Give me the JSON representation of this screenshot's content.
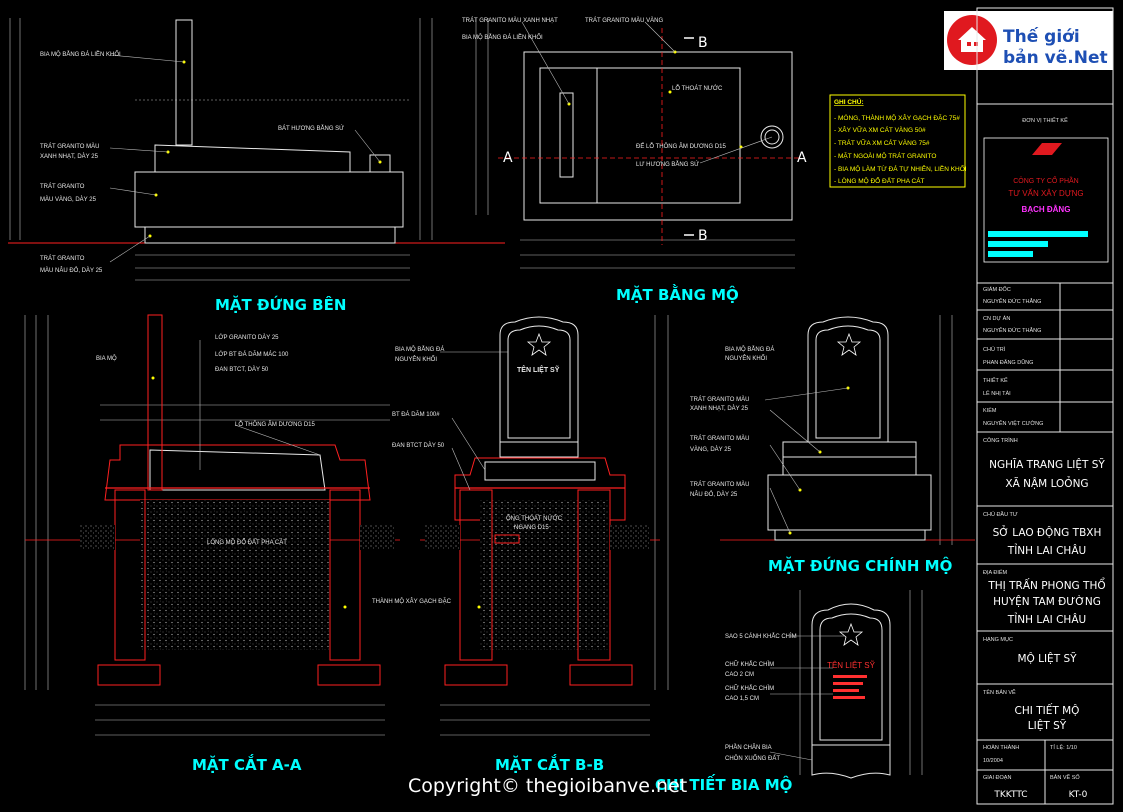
{
  "logo": {
    "line1": "Thế giới",
    "line2": "bản vẽ.Net"
  },
  "views": {
    "side": {
      "title": "MẶT ĐỨNG BÊN",
      "notes": [
        "BIA MỘ BẰNG ĐÁ LIỀN KHỐI",
        "TRÁT GRANITO MÀU",
        "XANH NHẠT, DÀY 25",
        "TRÁT GRANITO",
        "MÀU VÀNG, DÀY 25",
        "TRÁT GRANITO",
        "MÀU NÂU ĐỎ, DÀY 25",
        "BÁT HƯƠNG BẰNG SỨ"
      ]
    },
    "plan": {
      "title": "MẶT BẰNG MỘ",
      "notes": [
        "TRÁT GRANITO MÀU XANH NHẠT",
        "BIA MỘ BẰNG ĐÁ LIỀN KHỐI",
        "TRÁT GRANITO MÀU VÀNG",
        "LỖ THOÁT NƯỚC",
        "ĐẾ LỖ THÔNG ÂM DƯƠNG D15",
        "LƯ HƯƠNG BẰNG SỨ"
      ],
      "marks": [
        "B",
        "B",
        "A",
        "A"
      ]
    },
    "legend": {
      "title": "GHI CHÚ:",
      "items": [
        "- MÓNG, THÀNH MỘ XÂY GẠCH ĐẶC 75#",
        "- XÂY VỮA XM CÁT VÀNG 50#",
        "- TRÁT VỮA XM CÁT VÀNG 75#",
        "- MẶT NGOÀI MỘ TRÁT GRANITO",
        "- BIA MỘ LÀM TỪ ĐÁ TỰ NHIÊN, LIỀN KHỐI",
        "- LÒNG MỘ ĐỔ ĐẤT PHA CÁT"
      ]
    },
    "section_a": {
      "title": "MẶT CẮT A-A",
      "notes": [
        "BIA MỘ",
        "LỚP GRANITO DÀY 25",
        "LỚP BT ĐÁ DĂM MÁC 100",
        "ĐAN BTCT, DÀY 50",
        "LỖ THÔNG ÂM DƯƠNG D15",
        "LÒNG MỘ ĐỔ ĐẤT PHA CÁT",
        "THÀNH MỘ XÂY GẠCH ĐẶC"
      ]
    },
    "section_b": {
      "title": "MẶT CẮT B-B",
      "notes": [
        "BIA MỘ BẰNG ĐÁ",
        "NGUYÊN KHỐI",
        "BT ĐÁ DĂM 100#",
        "ĐAN BTCT DÀY 50",
        "ỐNG THOÁT NƯỚC",
        "NGANG D15"
      ],
      "stone_name": "TÊN LIỆT SỸ"
    },
    "front": {
      "title": "MẶT ĐỨNG CHÍNH MỘ",
      "notes": [
        "BIA MỘ BẰNG ĐÁ",
        "NGUYÊN KHỐI",
        "TRÁT GRANITO MÀU",
        "XANH NHẠT, DÀY 25",
        "TRÁT GRANITO MÀU",
        "VÀNG, DÀY 25",
        "TRÁT GRANITO MÀU",
        "NÂU ĐỎ, DÀY 25"
      ]
    },
    "stele": {
      "title": "CHI TIẾT BIA MỘ",
      "notes": [
        "SAO 5 CÁNH KHẮC CHÌM",
        "CHỮ KHẮC CHÌM",
        "CAO 2 CM",
        "CHỮ KHẮC CHÌM",
        "CAO 1,5 CM",
        "PHẦN CHÂN BIA",
        "CHÔN XUỐNG ĐẤT"
      ],
      "stone_name": "TÊN LIỆT SỸ"
    }
  },
  "title_block": {
    "designer_header": "ĐƠN VỊ THIẾT KẾ",
    "company": [
      "CÔNG TY CỔ PHẦN",
      "TƯ VẤN XÂY DỰNG",
      "BẠCH ĐẰNG"
    ],
    "roles": [
      {
        "role": "GIÁM ĐỐC",
        "name": "NGUYỄN ĐỨC THẮNG"
      },
      {
        "role": "CN DỰ ÁN",
        "name": "NGUYỄN ĐỨC THẮNG"
      },
      {
        "role": "CHỦ TRÌ",
        "name": "PHAN ĐĂNG DŨNG"
      },
      {
        "role": "THIẾT KẾ",
        "name": "LÊ NHỊ TÀI"
      },
      {
        "role": "KIỂM",
        "name": "NGUYỄN VIỆT CƯỜNG"
      }
    ],
    "project_label": "CÔNG TRÌNH",
    "project": [
      "NGHĨA TRANG LIỆT SỸ",
      "XÃ NẬM LOỎNG"
    ],
    "owner_label": "CHỦ ĐẦU TƯ",
    "owner": [
      "SỞ LAO ĐỘNG TBXH",
      "TỈNH LAI CHÂU"
    ],
    "location_label": "ĐỊA ĐIỂM",
    "location": [
      "THỊ TRẤN PHONG THỔ",
      "HUYỆN TAM ĐƯỜNG",
      "TỈNH LAI CHÂU"
    ],
    "item_label": "HẠNG MỤC",
    "item": "MỘ LIỆT SỸ",
    "drawing_label": "TÊN BẢN VẼ",
    "drawing": [
      "CHI TIẾT MỘ",
      "LIỆT SỸ"
    ],
    "completed_label": "HOÀN THÀNH",
    "completed": "10/2004",
    "scale": "TỈ LỆ: 1/10",
    "stage_label": "GIAI ĐOẠN",
    "stage": "TKKTTC",
    "sheet_label": "BẢN VẼ SỐ",
    "sheet": "KT-0"
  },
  "copyright": "Copyright© thegioibanve.net"
}
